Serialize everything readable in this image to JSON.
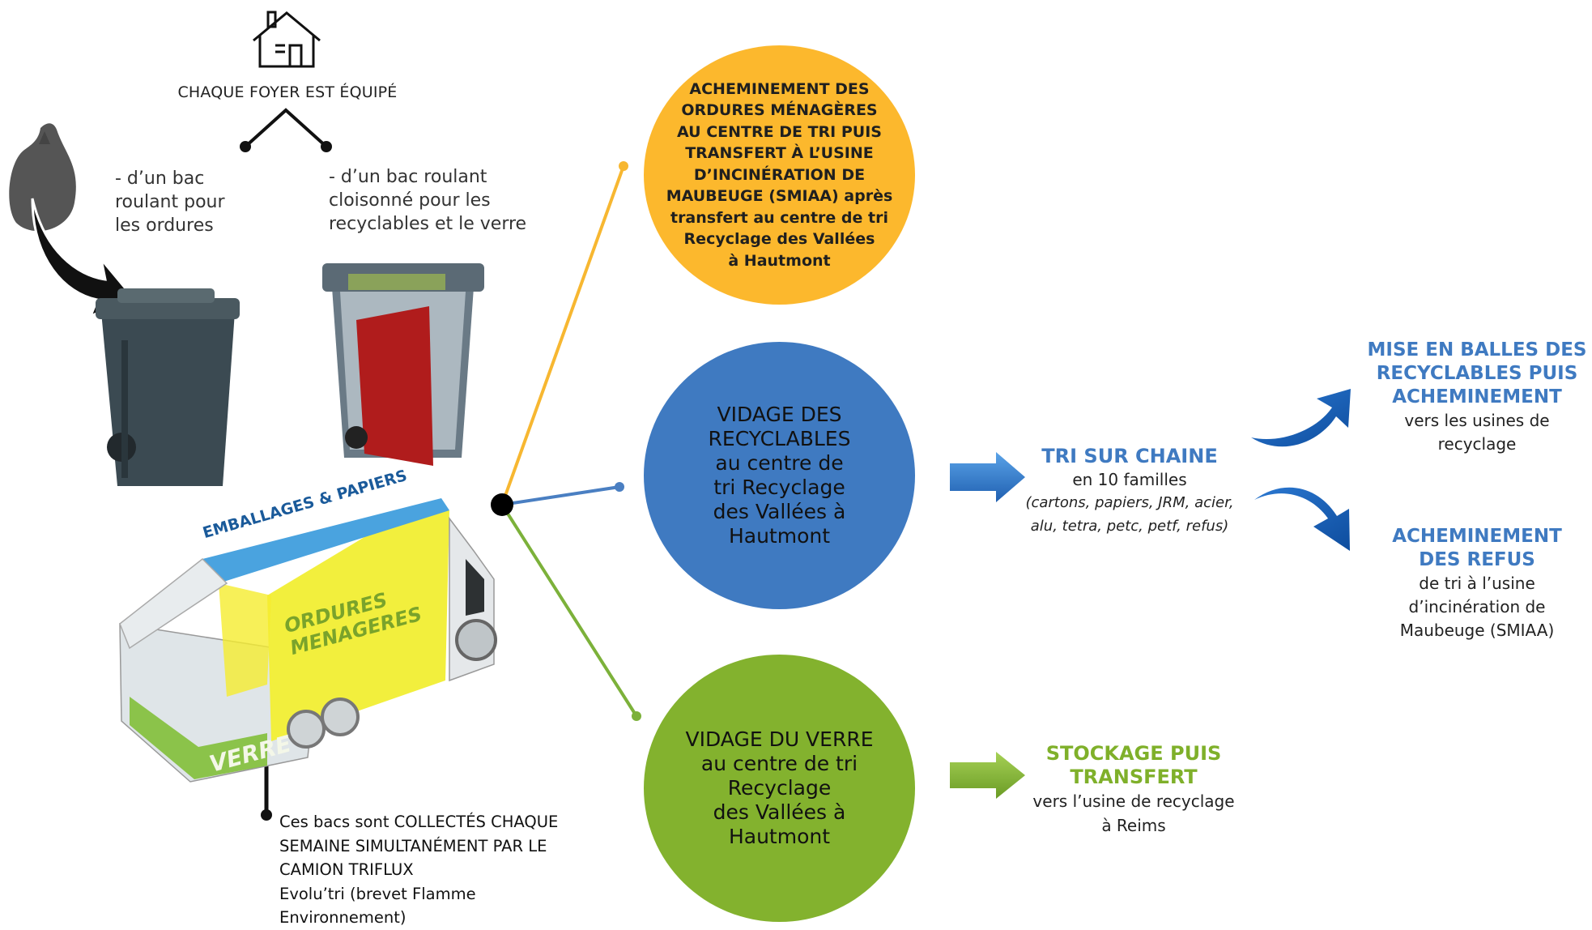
{
  "colors": {
    "orange": "#fcb82d",
    "blue": "#3f7ac1",
    "green": "#83b22e",
    "line_orange": "#f7b731",
    "line_blue": "#4a7fc2",
    "line_green": "#7cb13a"
  },
  "household": {
    "title": "CHAQUE FOYER EST ÉQUIPÉ",
    "left_bin": "- d’un bac roulant pour les ordures",
    "right_bin": "- d’un bac roulant cloisonné pour les recyclables et le verre"
  },
  "truck": {
    "label_emballages": "EMBALLAGES & PAPIERS",
    "label_ordures": "ORDURES MENAGERES",
    "label_verre": "VERRE"
  },
  "collection_note": {
    "line1": "Ces bacs sont COLLECTÉS CHAQUE",
    "line2": "SEMAINE SIMULTANÉMENT PAR LE",
    "line3": "CAMION TRIFLUX",
    "line4": "Evolu’tri (brevet Flamme",
    "line5": "Environnement)"
  },
  "circles": {
    "orange": {
      "l1": "ACHEMINEMENT DES",
      "l2": "ORDURES MÉNAGÈRES",
      "l3": "AU CENTRE DE TRI PUIS",
      "l4": "TRANSFERT À L’USINE",
      "l5": "D’INCINÉRATION DE",
      "l6": "MAUBEUGE (SMIAA) après",
      "l7": "transfert au centre de tri",
      "l8": "Recyclage des Vallées",
      "l9": "à Hautmont"
    },
    "blue": {
      "l1": "VIDAGE DES",
      "l2": "RECYCLABLES",
      "l3": "au centre de",
      "l4": "tri Recyclage",
      "l5": "des Vallées à",
      "l6": "Hautmont"
    },
    "green": {
      "l1": "VIDAGE DU VERRE",
      "l2": "au centre de tri",
      "l3": "Recyclage",
      "l4": "des Vallées à",
      "l5": "Hautmont"
    }
  },
  "tri": {
    "title": "TRI SUR CHAINE",
    "subtitle": "en 10 familles",
    "list1": "(cartons, papiers, JRM, acier,",
    "list2": "alu, tetra, petc, petf, refus)"
  },
  "stockage": {
    "title1": "STOCKAGE PUIS",
    "title2": "TRANSFERT",
    "text1": "vers l’usine de recyclage",
    "text2": "à Reims"
  },
  "balles": {
    "title1": "MISE EN BALLES DES",
    "title2": "RECYCLABLES PUIS",
    "title3": "ACHEMINEMENT",
    "text1": "vers les usines de",
    "text2": "recyclage"
  },
  "refus": {
    "title1": "ACHEMINEMENT",
    "title2": "DES REFUS",
    "text1": "de tri à l’usine",
    "text2": "d’incinération de",
    "text3": "Maubeuge (SMIAA)"
  }
}
